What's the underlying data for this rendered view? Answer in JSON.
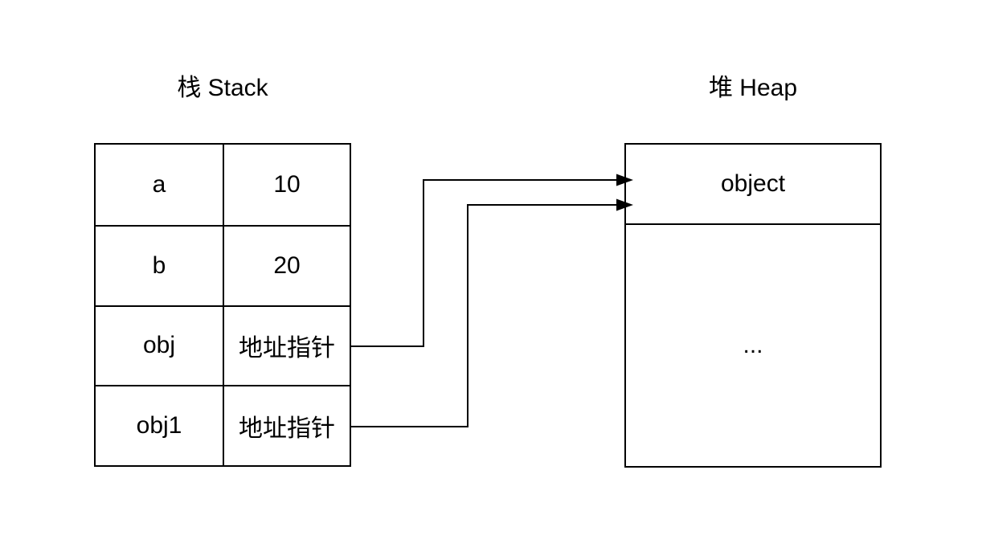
{
  "stack": {
    "title": "栈 Stack",
    "rows": [
      {
        "name": "a",
        "value": "10"
      },
      {
        "name": "b",
        "value": "20"
      },
      {
        "name": "obj",
        "value": "地址指针"
      },
      {
        "name": "obj1",
        "value": "地址指针"
      }
    ]
  },
  "heap": {
    "title": "堆 Heap",
    "object_label": "object",
    "body_label": "..."
  },
  "arrows": [
    {
      "from": "obj",
      "to": "object"
    },
    {
      "from": "obj1",
      "to": "object"
    }
  ],
  "colors": {
    "line": "#000000",
    "background": "#ffffff"
  }
}
